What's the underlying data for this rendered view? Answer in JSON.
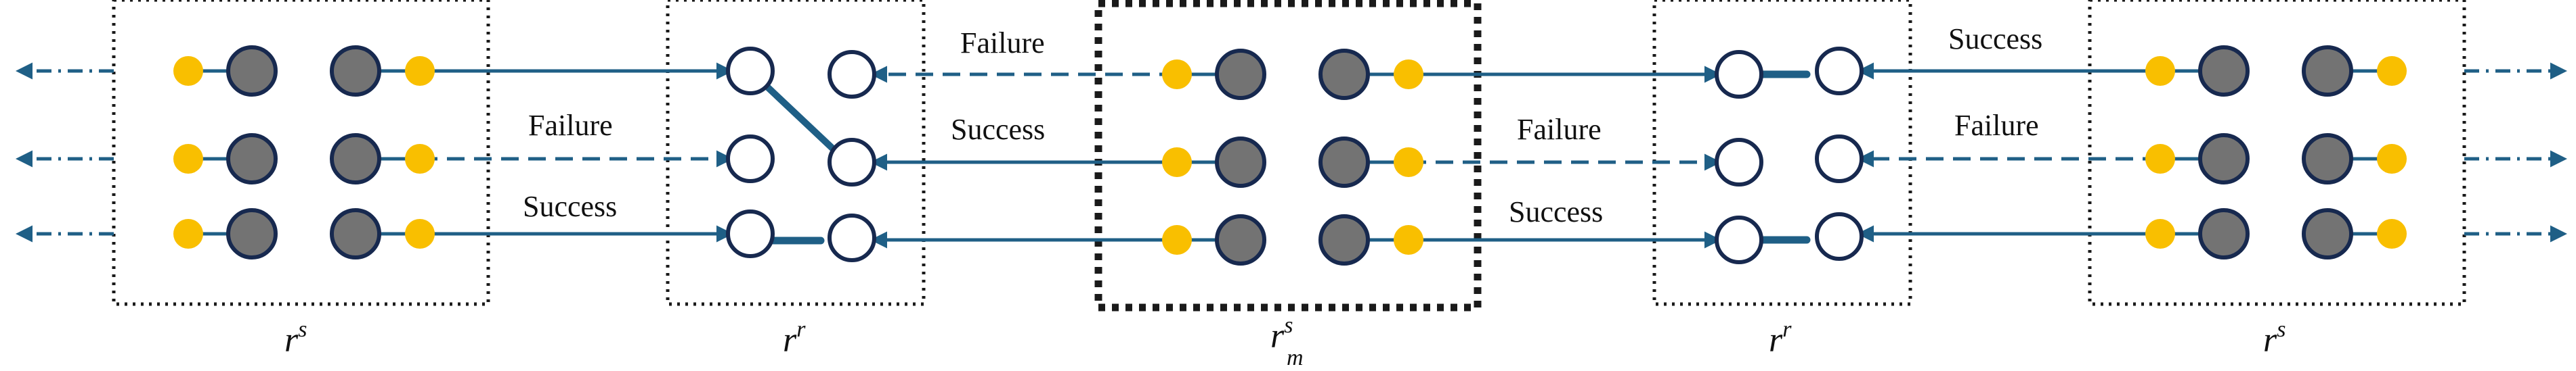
{
  "modules": {
    "left_source": {
      "caption": "r",
      "superscript": "s",
      "subscript": ""
    },
    "left_router": {
      "caption": "r",
      "superscript": "r",
      "subscript": ""
    },
    "middle_source": {
      "caption": "r",
      "superscript": "s",
      "subscript": "m"
    },
    "right_router": {
      "caption": "r",
      "superscript": "r",
      "subscript": ""
    },
    "right_source": {
      "caption": "r",
      "superscript": "s",
      "subscript": ""
    }
  },
  "edge_labels": {
    "left_failure": "Failure",
    "left_success": "Success",
    "mid_left_failure": "Failure",
    "mid_left_success": "Success",
    "mid_right_failure": "Failure",
    "mid_right_success": "Success",
    "right_success": "Success",
    "right_failure": "Failure"
  },
  "colors": {
    "line": "#1f5f86",
    "yellow_node": "#f9bf00",
    "gray_node": "#737373",
    "node_outline": "#17294f",
    "box": "#1a1a1a"
  }
}
